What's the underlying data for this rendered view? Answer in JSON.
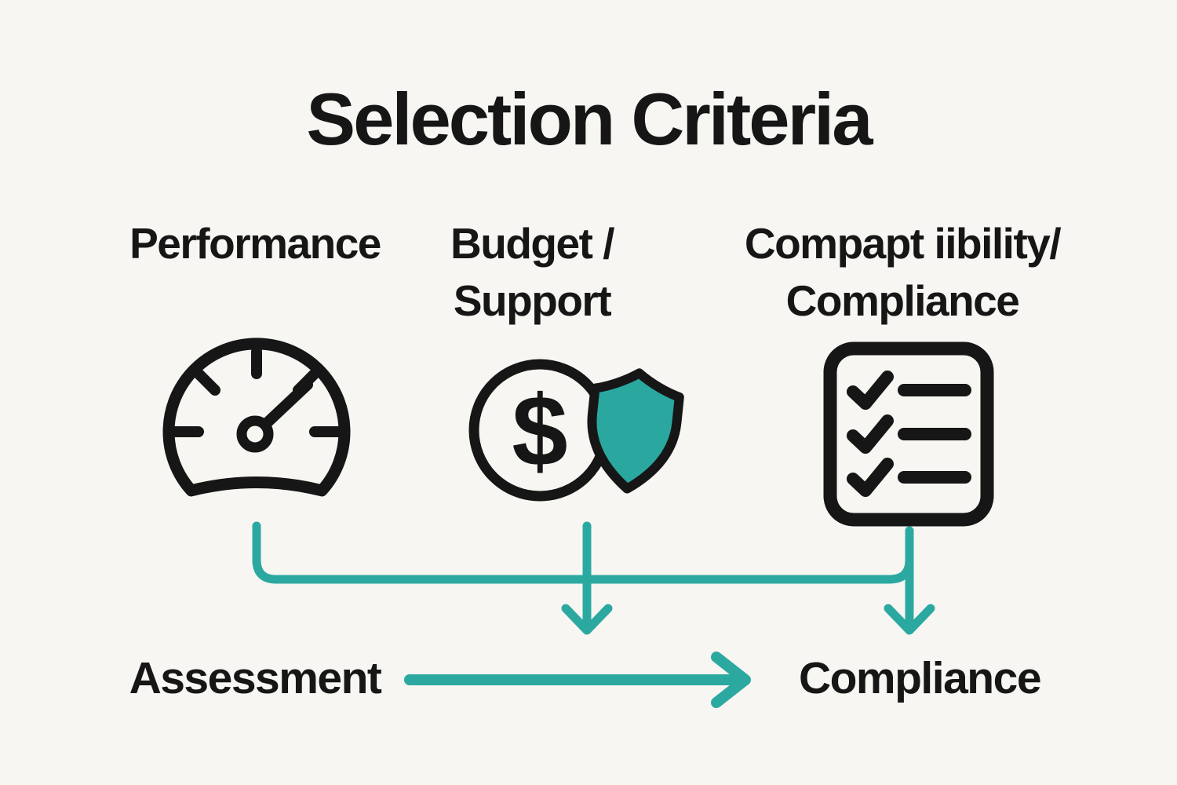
{
  "title": "Selection Criteria",
  "colors": {
    "background": "#f8f6f2",
    "ink": "#161616",
    "teal": "#2ba9a1",
    "shield_teal": "#2aa79f"
  },
  "columns": [
    {
      "heading_lines": [
        "Performance"
      ],
      "icon": "speedometer-icon"
    },
    {
      "heading_lines": [
        "Budget /",
        "Support"
      ],
      "icon": "dollar-coin-shield-icon"
    },
    {
      "heading_lines": [
        "Compapt iibility/",
        "Compliance"
      ],
      "icon": "checklist-icon"
    }
  ],
  "coin": {
    "currency_symbol": "$"
  },
  "flow": {
    "left_label": "Assessment",
    "right_label": "Compliance"
  }
}
